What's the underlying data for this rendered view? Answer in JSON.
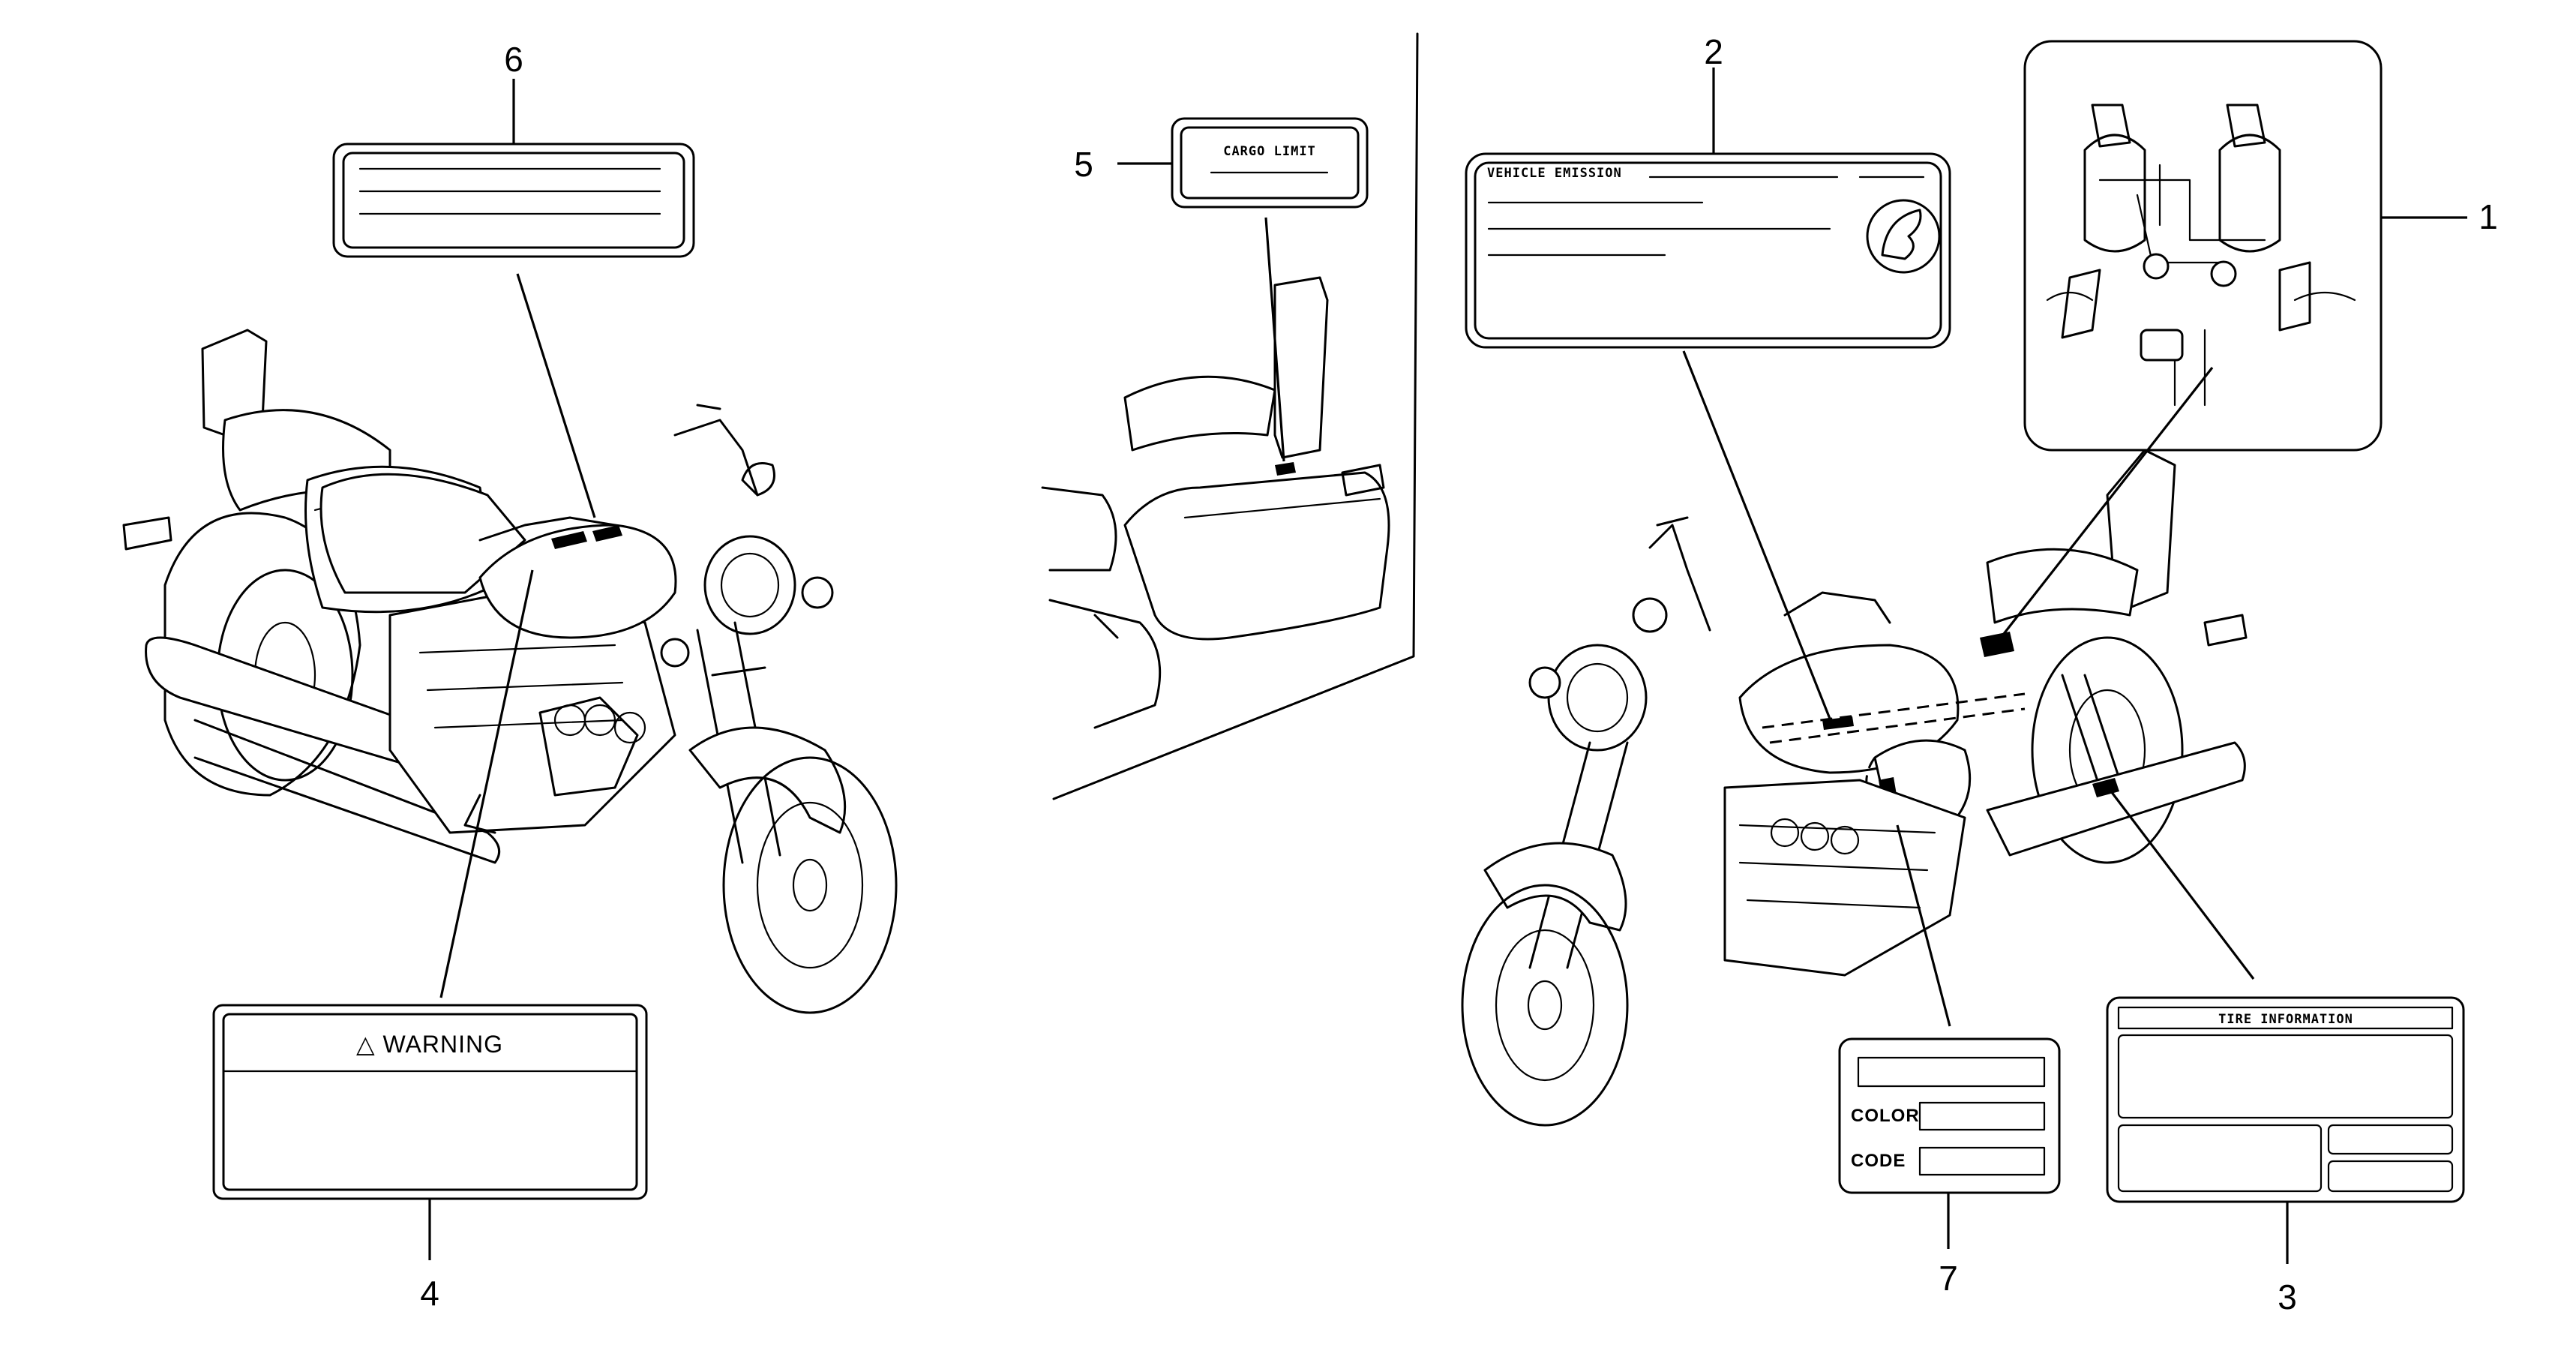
{
  "callouts": {
    "c1": "1",
    "c2": "2",
    "c3": "3",
    "c4": "4",
    "c5": "5",
    "c6": "6",
    "c7": "7"
  },
  "labels": {
    "cargo": "CARGO LIMIT",
    "emission": "VEHICLE EMISSION",
    "warning": "△ WARNING",
    "tire": "TIRE INFORMATION",
    "color": "COLOR",
    "code": "CODE"
  }
}
